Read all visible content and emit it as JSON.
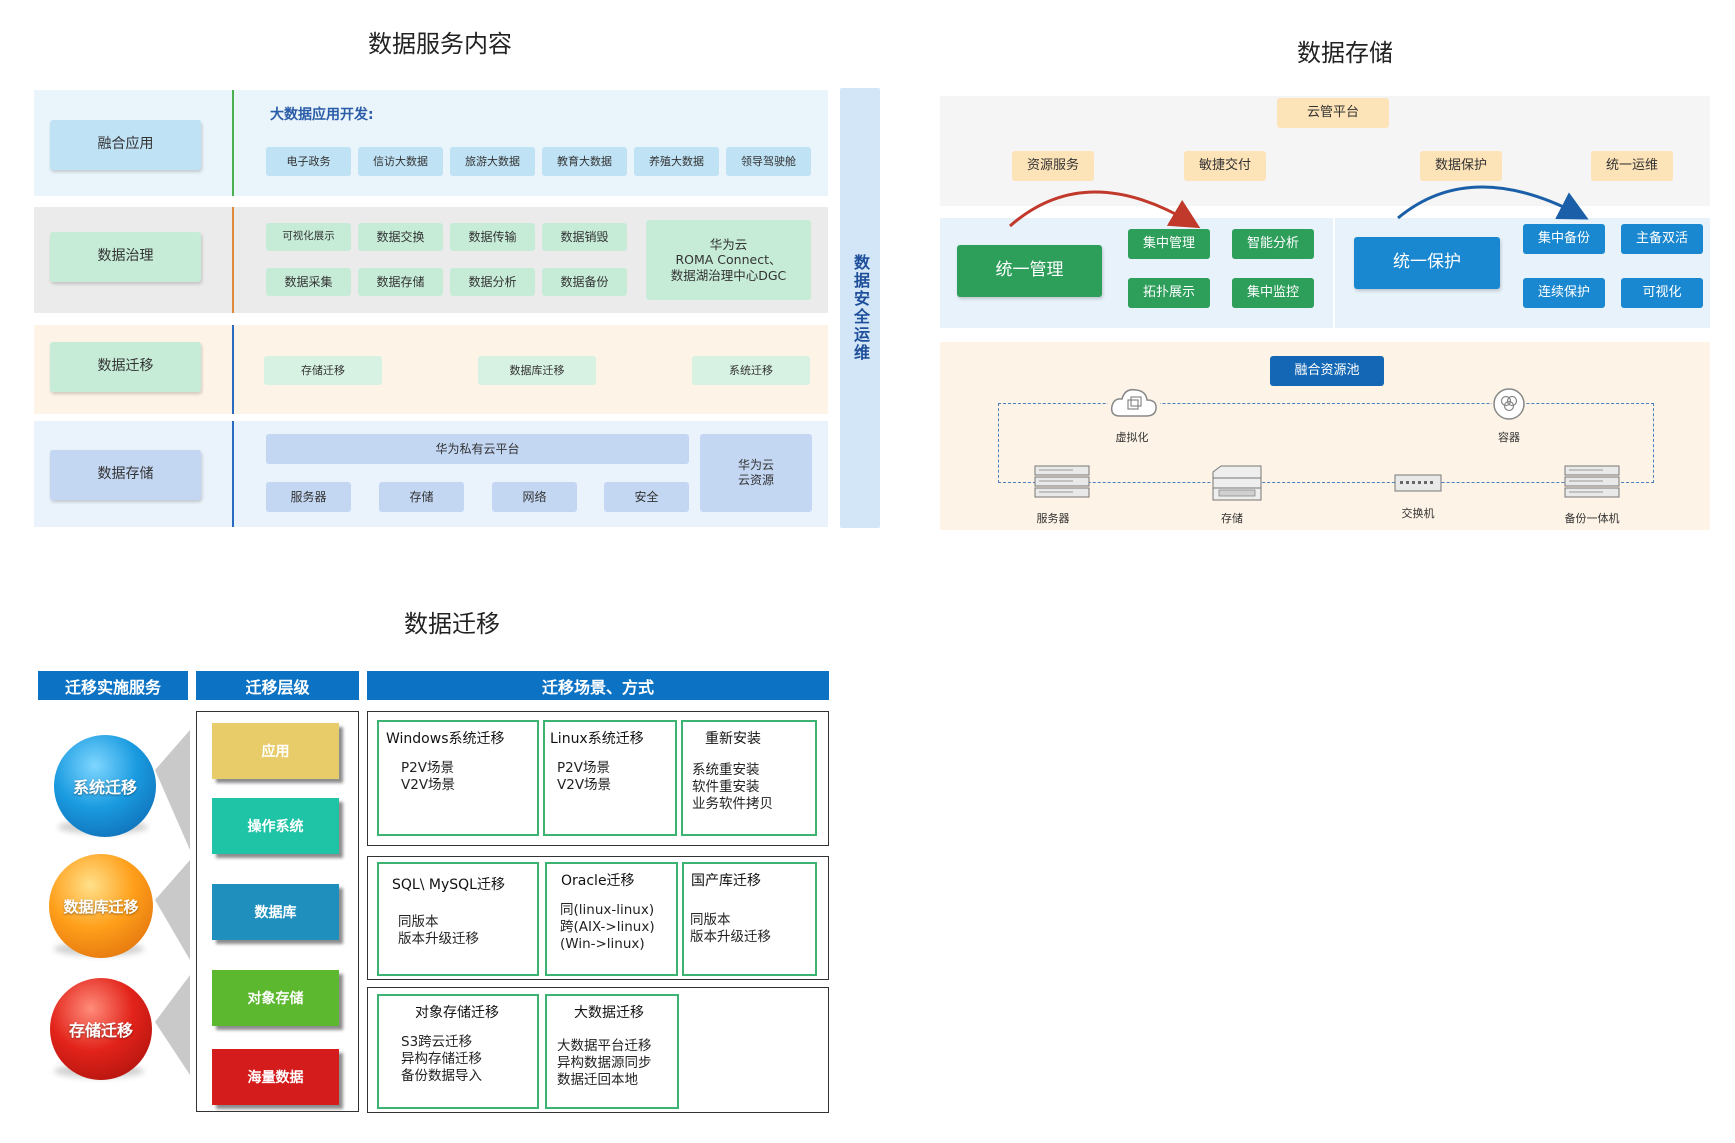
{
  "services": {
    "title": "数据服务内容",
    "side_label": "数据安全运维",
    "row_fusion": {
      "label": "融合应用",
      "heading": "大数据应用开发:",
      "items": [
        "电子政务",
        "信访大数据",
        "旅游大数据",
        "教育大数据",
        "养殖大数据",
        "领导驾驶舱"
      ]
    },
    "row_governance": {
      "label": "数据治理",
      "items_top": [
        "可视化展示",
        "数据交换",
        "数据传输",
        "数据销毁"
      ],
      "items_bottom": [
        "数据采集",
        "数据存储",
        "数据分析",
        "数据备份"
      ],
      "cloud_box": "华为云\nROMA Connect、\n数据湖治理中心DGC"
    },
    "row_migration": {
      "label": "数据迁移",
      "items": [
        "存储迁移",
        "数据库迁移",
        "系统迁移"
      ]
    },
    "row_storage": {
      "label": "数据存储",
      "platform": "华为私有云平台",
      "items": [
        "服务器",
        "存储",
        "网络",
        "安全"
      ],
      "cloud_box": "华为云\n云资源"
    }
  },
  "storage": {
    "title": "数据存储",
    "cloud_mgmt": "云管平台",
    "tags": [
      "资源服务",
      "敏捷交付",
      "数据保护",
      "统一运维"
    ],
    "unified_mgmt": "统一管理",
    "mgmt_items": [
      "集中管理",
      "智能分析",
      "拓扑展示",
      "集中监控"
    ],
    "unified_protect": "统一保护",
    "protect_items": [
      "集中备份",
      "主备双活",
      "连续保护",
      "可视化"
    ],
    "pool": "融合资源池",
    "pool_top": [
      "虚拟化",
      "容器"
    ],
    "pool_bottom": [
      "服务器",
      "存储",
      "交换机",
      "备份一体机"
    ]
  },
  "migration": {
    "title": "数据迁移",
    "headers": [
      "迁移实施服务",
      "迁移层级",
      "迁移场景、方式"
    ],
    "balls": [
      "系统迁移",
      "数据库迁移",
      "存储迁移"
    ],
    "layers": [
      "应用",
      "操作系统",
      "数据库",
      "对象存储",
      "海量数据"
    ],
    "group1": [
      {
        "title": "Windows系统迁移",
        "body": "P2V场景\nV2V场景"
      },
      {
        "title": "Linux系统迁移",
        "body": "P2V场景\nV2V场景"
      },
      {
        "title": "重新安装",
        "body": "系统重安装\n软件重安装\n业务软件拷贝"
      }
    ],
    "group2": [
      {
        "title": "SQL\\ MySQL迁移",
        "body": "同版本\n版本升级迁移"
      },
      {
        "title": "Oracle迁移",
        "body": "同(linux-linux)\n跨(AIX->linux)\n(Win->linux)"
      },
      {
        "title": "国产库迁移",
        "body": "同版本\n版本升级迁移"
      }
    ],
    "group3": [
      {
        "title": "对象存储迁移",
        "body": "S3跨云迁移\n异构存储迁移\n备份数据导入"
      },
      {
        "title": "大数据迁移",
        "body": "大数据平台迁移\n异构数据源同步\n数据迁回本地"
      }
    ]
  },
  "colors": {
    "blue_header": "#0b72c4",
    "green_box": "#3cb371",
    "mgmt_green": "#2e9e5b",
    "protect_blue": "#1a88d0",
    "tag_orange": "#fde3b8",
    "layer_app": "#e8cc6a",
    "layer_os": "#1fc3a6",
    "layer_db": "#1f8fbd",
    "layer_obj": "#5cb82e",
    "layer_mass": "#d41c1c"
  }
}
